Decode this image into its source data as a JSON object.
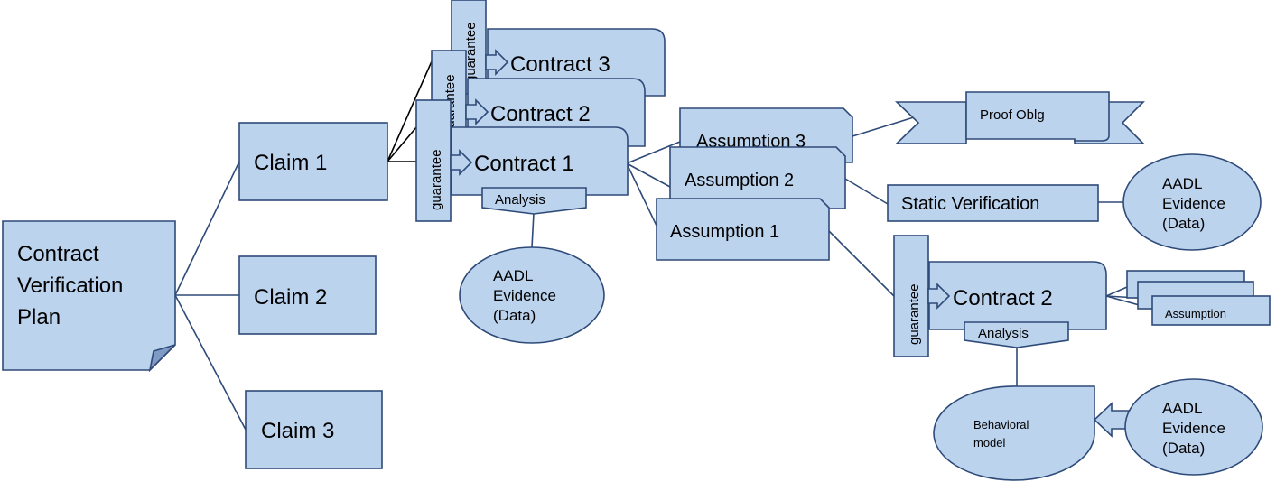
{
  "colors": {
    "fill": "#bcd3ee",
    "stroke": "#2e4a78",
    "text": "#000000",
    "background": "#ffffff"
  },
  "plan": {
    "line1": "Contract",
    "line2": "Verification",
    "line3": "Plan"
  },
  "claims": {
    "claim1": "Claim 1",
    "claim2": "Claim 2",
    "claim3": "Claim 3"
  },
  "contracts": {
    "contract1": "Contract 1",
    "contract2": "Contract 2",
    "contract3": "Contract 3",
    "contract2_lower": "Contract 2"
  },
  "guarantee_label": "guarantee",
  "analysis_label": "Analysis",
  "assumptions": {
    "assumption1": "Assumption 1",
    "assumption2": "Assumption 2",
    "assumption3": "Assumption 3",
    "assumption_small": "Assumption"
  },
  "proof_obligation": "Proof Oblg",
  "static_verification": "Static Verification",
  "evidence": {
    "line1": "AADL",
    "line2": "Evidence",
    "line3": "(Data)"
  },
  "behavioral_model": {
    "line1": "Behavioral",
    "line2": "model"
  }
}
